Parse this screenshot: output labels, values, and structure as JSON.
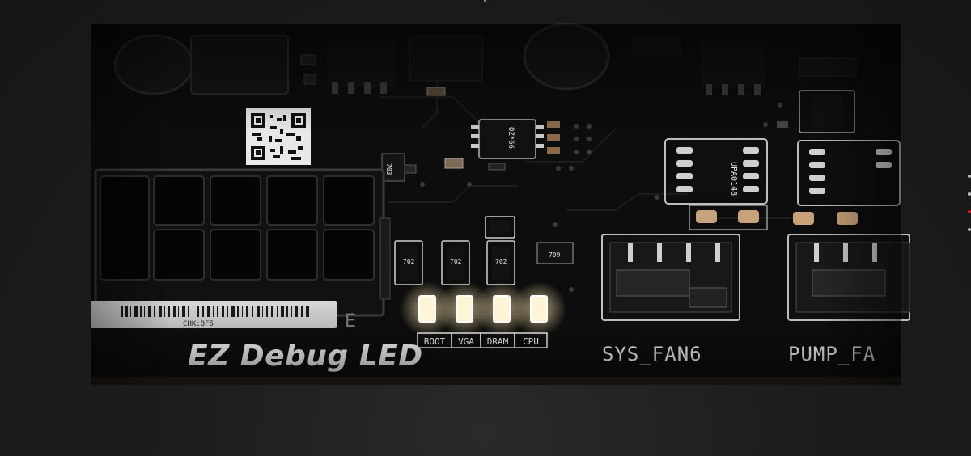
{
  "silkscreen": {
    "feature_title": "EZ Debug LED",
    "led_labels": [
      "BOOT",
      "VGA",
      "DRAM",
      "CPU"
    ],
    "fan_header_1": "SYS_FAN6",
    "fan_header_2": "PUMP_FA",
    "sticker_code": "CHK:8F5",
    "chip_marking_a": "OZ*66",
    "chip_marking_b": "703",
    "mosfet_marking": "UPA0148",
    "small_marks": [
      "702",
      "702",
      "702",
      "709",
      "703"
    ]
  },
  "pager": {
    "dot_count": 4,
    "active_index": 2
  },
  "colors": {
    "pcb": "#0e0e0e",
    "silkscreen": "#e9e9e9",
    "led_glow": "#fff1cc",
    "accent_dot": "#e02020"
  }
}
